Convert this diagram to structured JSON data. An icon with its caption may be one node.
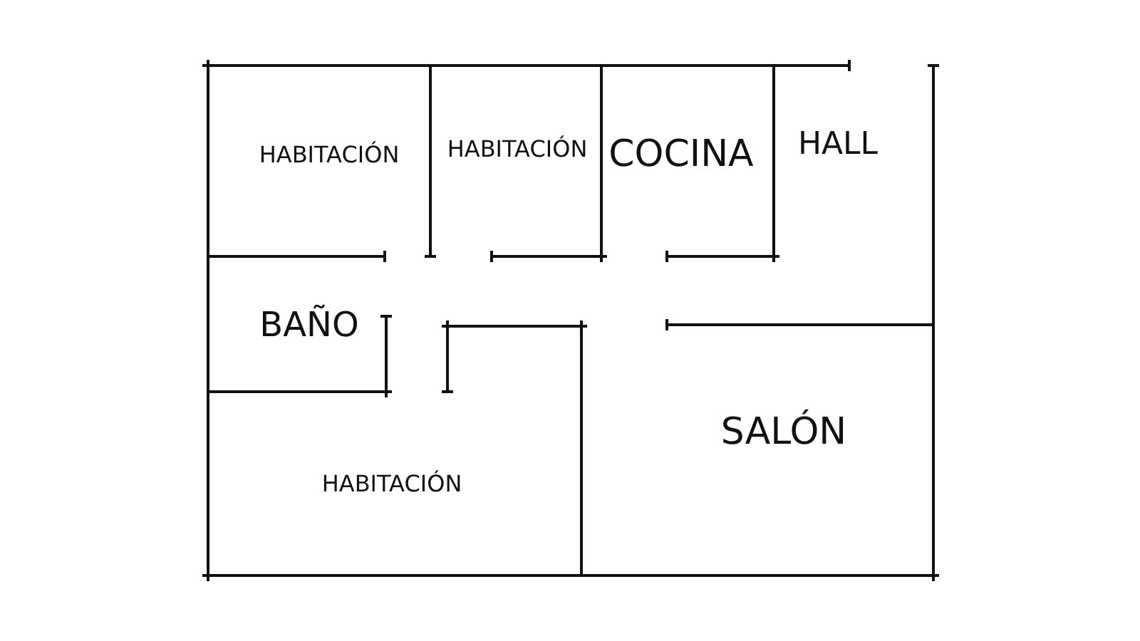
{
  "diagram": {
    "nodes": [
      {
        "text": [
          "HABITACIÓN"
        ]
      },
      {
        "text": [
          "HABITACIÓN"
        ]
      },
      {
        "text": [
          "COCINA"
        ]
      },
      {
        "text": [
          "HALL"
        ]
      },
      {
        "text": [
          "BAÑO"
        ]
      },
      {
        "text": [
          "SALÓN"
        ]
      },
      {
        "text": [
          "HABITACIÓN"
        ]
      }
    ]
  }
}
